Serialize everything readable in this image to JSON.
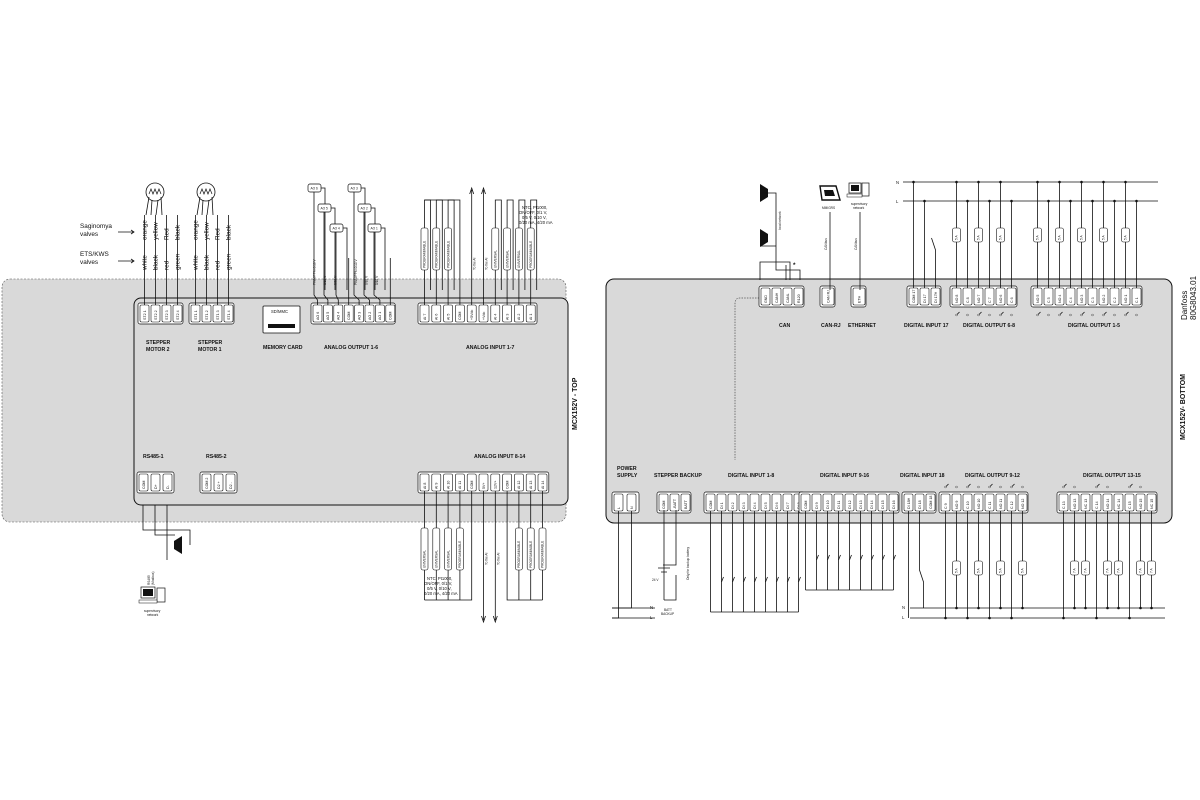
{
  "valves": {
    "saginomya_label": [
      "Saginomya",
      "valves"
    ],
    "ets_label": [
      "ETS/KWS",
      "valves"
    ],
    "saginomya_colors": [
      "orange",
      "yellow",
      "Red",
      "black"
    ],
    "ets_colors": [
      "white",
      "black",
      "red",
      "green"
    ]
  },
  "top": {
    "title": "MCX152V - TOP",
    "memory_card": {
      "slot_label": "SD/MMC",
      "label": "MEMORY CARD"
    },
    "stepper2": {
      "label": [
        "STEPPER",
        "MOTOR 2"
      ],
      "terms": [
        "ST2 1",
        "ST2 2",
        "ST2 3",
        "ST2 4"
      ]
    },
    "stepper1": {
      "label": [
        "STEPPER",
        "MOTOR 1"
      ],
      "terms": [
        "ST1 1",
        "ST1 2",
        "ST1 3",
        "ST1 4"
      ]
    },
    "ao": {
      "label": "ANALOG OUTPUT 1-6",
      "terms": [
        "AO 6",
        "AO 5",
        "AO 4",
        "COM",
        "AO 3",
        "AO 2",
        "AO 1",
        "COM"
      ],
      "wire_labels": [
        "PWM/PPM 0/10 V",
        "0/10 V",
        "0/10 V",
        "",
        "PWM/PPM 0/10 V",
        "0/10 V",
        "0/10 V",
        ""
      ],
      "boxes": [
        "AO 6",
        "AO 5",
        "AO 4",
        "AO 3",
        "AO 2",
        "AO 1"
      ]
    },
    "ai_top": {
      "label": "ANALOG INPUT 1-7",
      "terms": [
        "AI 7",
        "AI 6",
        "AI 5",
        "COM",
        "+5Vdc",
        "+Vdc",
        "AI 4",
        "AI 3",
        "AI 2",
        "AI 1"
      ],
      "wire_labels": [
        "PROGRAMMABLE",
        "PROGRAMMABLE",
        "PROGRAMMABLE",
        "To the AI",
        "To the AI",
        "UNIVERSAL",
        "UNIVERSAL",
        "UNIVERSAL",
        "PROGRAMMABLE"
      ],
      "note": [
        "NTC, Pt1000,",
        "ON/OFF, 0/1 V,",
        "0/5 V, 0/10 V,",
        "0/20 mA, 4/20 mA"
      ]
    },
    "rs485_1": {
      "label": "RS485-1",
      "terms": [
        "COM",
        "D+",
        "D-"
      ]
    },
    "rs485_2": {
      "label": "RS485-2",
      "terms": [
        "COM 2",
        "D2 +",
        "D2 -"
      ]
    },
    "ai_bottom": {
      "label": "ANALOG INPUT 8-14",
      "terms": [
        "AI 8",
        "AI 9",
        "AI 10",
        "AI 11",
        "COM",
        "5V+",
        "12V+",
        "COM",
        "AI 12",
        "AI 13",
        "AI 14"
      ],
      "wire_labels": [
        "UNIVERSAL",
        "UNIVERSAL",
        "UNIVERSAL",
        "PROGRAMMABLE",
        "To the AI",
        "To the AI",
        "PROGRAMMABLE",
        "PROGRAMMABLE",
        "PROGRAMMABLE"
      ],
      "note": [
        "NTC, Pt1000,",
        "ON/OFF, 0/1 V,",
        "0/5 V, 0/10 V,",
        "0/20 mA, 4/20 mA"
      ]
    },
    "rs485_note": [
      "RS485",
      "(Modbus)"
    ],
    "supervisory": [
      "supervisory",
      "network"
    ]
  },
  "bottom": {
    "title": "MCX152V- BOTTOM",
    "can": {
      "label": "CAN",
      "terms": [
        "GND",
        "CANH",
        "CANL",
        "R120"
      ],
      "asterisk": "*",
      "local_network": "local network"
    },
    "canrj": {
      "label": "CAN-RJ",
      "term": "CAN RJ",
      "device": "MMIGRS",
      "wire": "CANbus"
    },
    "ethernet": {
      "label": "ETHERNET",
      "term": "ETH",
      "wire": "CANbus",
      "supervisory": [
        "supervisory",
        "network"
      ]
    },
    "di17": {
      "label": "DIGITAL INPUT 17",
      "terms": [
        "COM 17",
        "DI 17",
        "DI 17H"
      ]
    },
    "do68": {
      "label": "DIGITAL OUTPUT 6-8",
      "terms": [
        "NO 8",
        "C 8",
        "NO 7",
        "C 7",
        "NO 6",
        "C 6"
      ]
    },
    "do15": {
      "label": "DIGITAL OUTPUT 1-5",
      "terms": [
        "NO 5",
        "C 5",
        "NO 4",
        "C 4",
        "NO 3",
        "C 3",
        "NO 2",
        "C 2",
        "NO 1",
        "C 1"
      ]
    },
    "power": {
      "label": [
        "POWER",
        "SUPPLY"
      ],
      "terms": [
        "L",
        "N"
      ]
    },
    "stepper_backup": {
      "label": "STEPPER BACKUP",
      "terms": [
        "COM",
        "-BATT",
        "BATT"
      ],
      "battery_note": "Only for backup battery",
      "battery_v": "24 V",
      "batt_label": [
        "BATT",
        "BACKUP"
      ]
    },
    "di18": {
      "label": "DIGITAL INPUT 1-8",
      "terms": [
        "COM",
        "DI 1",
        "DI 2",
        "DI 3",
        "DI 4",
        "DI 5",
        "DI 6",
        "DI 7",
        "DI 8"
      ]
    },
    "di916": {
      "label": "DIGITAL INPUT 9-16",
      "terms": [
        "COM",
        "DI 9",
        "DI 10",
        "DI 11",
        "DI 12",
        "DI 13",
        "DI 14",
        "DI 15",
        "DI 16"
      ]
    },
    "di18b": {
      "label": "DIGITAL INPUT 18",
      "terms": [
        "DI 18H",
        "DI 18",
        "COM 18"
      ]
    },
    "do912": {
      "label": "DIGITAL OUTPUT 9-12",
      "terms": [
        "C 9",
        "NO 9",
        "C 10",
        "NO 10",
        "C 11",
        "NO 11",
        "C 12",
        "NO 12"
      ]
    },
    "do1315": {
      "label": "DIGITAL OUTPUT 13-15",
      "terms": [
        "C 13",
        "NO 13",
        "NC 13",
        "C 14",
        "NO 14",
        "NC 14",
        "C 15",
        "NO 15",
        "NC 15"
      ]
    },
    "load_label": "5 A",
    "load7": "7 A",
    "n": "N",
    "l": "L"
  },
  "doc_code": [
    "Danfoss",
    "80G8043.01"
  ]
}
